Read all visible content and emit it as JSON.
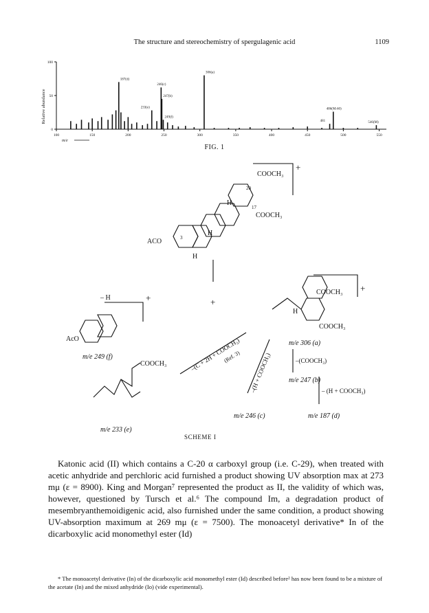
{
  "header": {
    "running_title": "The structure and stereochemistry of spergulagenic acid",
    "page_number": "1109"
  },
  "figure1": {
    "caption": "FIG. 1",
    "ylabel": "Relative abundance",
    "xlabel": "m/e",
    "y_ticks": [
      "100",
      "50",
      "0"
    ],
    "x_ticks": [
      "100",
      "150",
      "200",
      "250",
      "300",
      "350",
      "400",
      "450",
      "500",
      "550"
    ],
    "peak_labels": [
      "187(d)",
      "246(c)",
      "233(e)",
      "247(b)",
      "249(f)",
      "306(a)",
      "486(M-60)",
      "481",
      "546(M)"
    ]
  },
  "chart_data": {
    "type": "bar",
    "title": "",
    "xlabel": "m/e",
    "ylabel": "Relative abundance",
    "xlim": [
      100,
      560
    ],
    "ylim": [
      0,
      100
    ],
    "x": [
      120,
      128,
      135,
      145,
      150,
      158,
      163,
      172,
      178,
      183,
      187,
      190,
      195,
      200,
      205,
      212,
      220,
      227,
      233,
      240,
      246,
      247,
      249,
      255,
      262,
      270,
      280,
      292,
      306,
      320,
      340,
      355,
      370,
      390,
      410,
      430,
      450,
      470,
      481,
      486,
      500,
      520,
      546
    ],
    "values": [
      12,
      8,
      14,
      10,
      16,
      12,
      18,
      14,
      22,
      28,
      70,
      25,
      12,
      18,
      8,
      10,
      6,
      8,
      28,
      12,
      62,
      45,
      14,
      10,
      6,
      4,
      5,
      3,
      80,
      2,
      2,
      2,
      3,
      2,
      2,
      3,
      4,
      2,
      8,
      26,
      2,
      2,
      6
    ]
  },
  "scheme1": {
    "caption": "SCHEME I",
    "labels": {
      "cooch3": "COOCH₃",
      "c20": "20",
      "c17": "17",
      "h": "H",
      "c3": "3",
      "aco_main": "ACO",
      "aco_f": "AcO",
      "minus_h": "– H",
      "plus": "+",
      "me249": "m/e 249 (f)",
      "me306": "m/e 306 (a)",
      "me247": "m/e 247 (b)",
      "me246": "m/e 246 (c)",
      "me187": "m/e 187 (d)",
      "me233": "m/e 233 (e)",
      "loss_cooch3": "–(COOCH₃)",
      "loss_h_cooch3": "– (H + COOCH₃)",
      "path_left": "–(C + 2H + COOCH₃)",
      "ref3": "(Ref. 3)",
      "path_mid": "–(H + COOCH₃)"
    }
  },
  "body": {
    "paragraph": "Katonic acid (II) which contains a C-20 α carboxyl group (i.e. C-29), when treated with acetic anhydride and perchloric acid furnished a product showing UV absorption max at 273 mμ (ε = 8900). King and Morgan⁷ represented the product as II, the validity of which was, however, questioned by Tursch et al.⁶ The compound Im, a degradation product of mesembryanthemoidigenic acid, also furnished under the same condition, a product showing UV-absorption maximum at 269 mμ (ε = 7500). The monoacetyl derivative* In of the dicarboxylic acid monomethyl ester (Id)"
  },
  "footnote": {
    "text": "* The monoacetyl derivative (In) of the dicarboxylic acid monomethyl ester (Id) described before² has now been found to be a mixture of the acetate (In) and the mixed anhydride (Io) (vide experimental)."
  }
}
